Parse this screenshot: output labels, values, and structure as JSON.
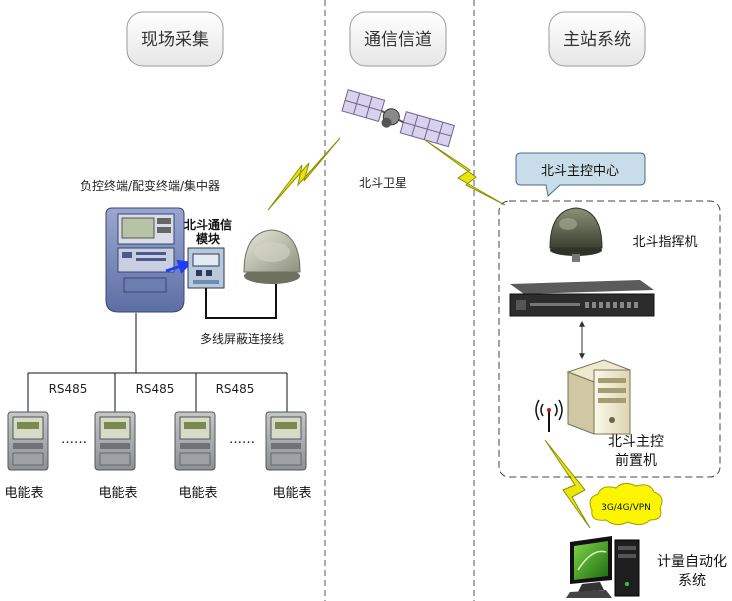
{
  "headers": {
    "field": "现场采集",
    "channel": "通信信道",
    "master": "主站系统"
  },
  "satellite_label": "北斗卫星",
  "control_center_label": "北斗主控中心",
  "terminal_label": "负控终端/配变终端/集中器",
  "module_label_line1": "北斗通信",
  "module_label_line2": "模块",
  "cable_label": "多线屏蔽连接线",
  "commander_label": "北斗指挥机",
  "front_end_label_line1": "北斗主控",
  "front_end_label_line2": "前置机",
  "network_label": "3G/4G/VPN",
  "automation_label_line1": "计量自动化",
  "automation_label_line2": "系统",
  "bus_labels": [
    "RS485",
    "RS485",
    "RS485"
  ],
  "meter_label": "电能表",
  "ellipsis": "……",
  "colors": {
    "lightning": "#e8e60c",
    "lightning_stroke": "#8f8e00",
    "header_fill": "#f2f2f2",
    "callout_fill": "#c8dde9",
    "meter_body": "#a9acb0",
    "terminal_body": "#7f8fbd",
    "blue_arrow": "#1f3cff"
  }
}
